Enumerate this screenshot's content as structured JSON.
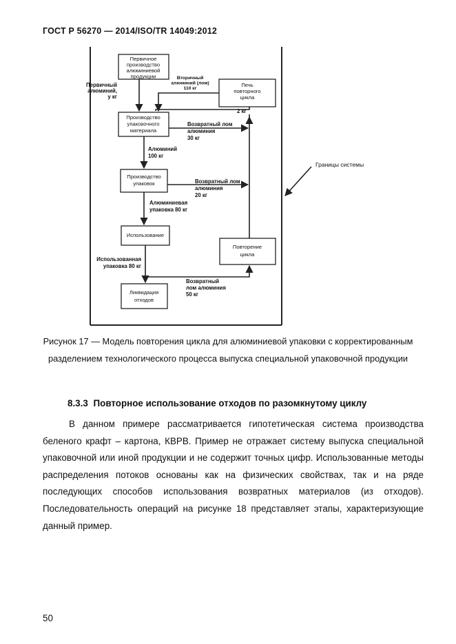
{
  "header": {
    "title": "ГОСТ Р 56270 — 2014/ISO/TR 14049:2012"
  },
  "diagram": {
    "boxes": {
      "primary": [
        "Первичное",
        "производство",
        "алюминиевой",
        "продукции"
      ],
      "furnace": [
        "Печь",
        "повторного",
        "цикла"
      ],
      "packmat": [
        "Производство",
        "упаковочного",
        "материала"
      ],
      "packprod": [
        "Производство",
        "упаковок"
      ],
      "use": [
        "Использование"
      ],
      "recycle": [
        "Повторение",
        "цикла"
      ],
      "disposal": [
        "Ликвидация",
        "отходов"
      ]
    },
    "labels": {
      "primary_al": [
        "Первичный",
        "алюминий,",
        "у кг"
      ],
      "secondary_al": [
        "Вторичный",
        "алюминий (лом)",
        "110 кг"
      ],
      "kg2": [
        "2 кг"
      ],
      "return1": [
        "Возвратный лом",
        "алюминия",
        "30 кг"
      ],
      "al100": [
        "Алюминий",
        "100 кг"
      ],
      "return2": [
        "Возвратный лом",
        "алюминия",
        "20 кг"
      ],
      "pack80": [
        "Алюминиевая",
        "упаковка 80 кг"
      ],
      "used80": [
        "Использованная",
        "упаковка 80 кг"
      ],
      "return3": [
        "Возвратный",
        "лом алюминия",
        "50 кг"
      ],
      "boundary": [
        "Границы системы"
      ]
    }
  },
  "caption": "Рисунок 17 — Модель повторения цикла для алюминиевой упаковки с корректированным разделением технологического процесса выпуска специальной упаковочной продукции",
  "section": {
    "number": "8.3.3",
    "title": "Повторное использование отходов по разомкнутому циклу"
  },
  "paragraph": "В данном примере рассматривается гипотетическая система производства беленого крафт – картона, КВРВ. Пример не отражает систему выпуска специальной упаковочной или иной продукции и не содержит точных цифр. Использованные методы распределения потоков основаны как на физических свойствах, так и на ряде последующих способов использования возвратных материалов (из отходов). Последовательность операций на рисунке 18 представляет этапы, характеризующие данный пример.",
  "page_number": "50"
}
